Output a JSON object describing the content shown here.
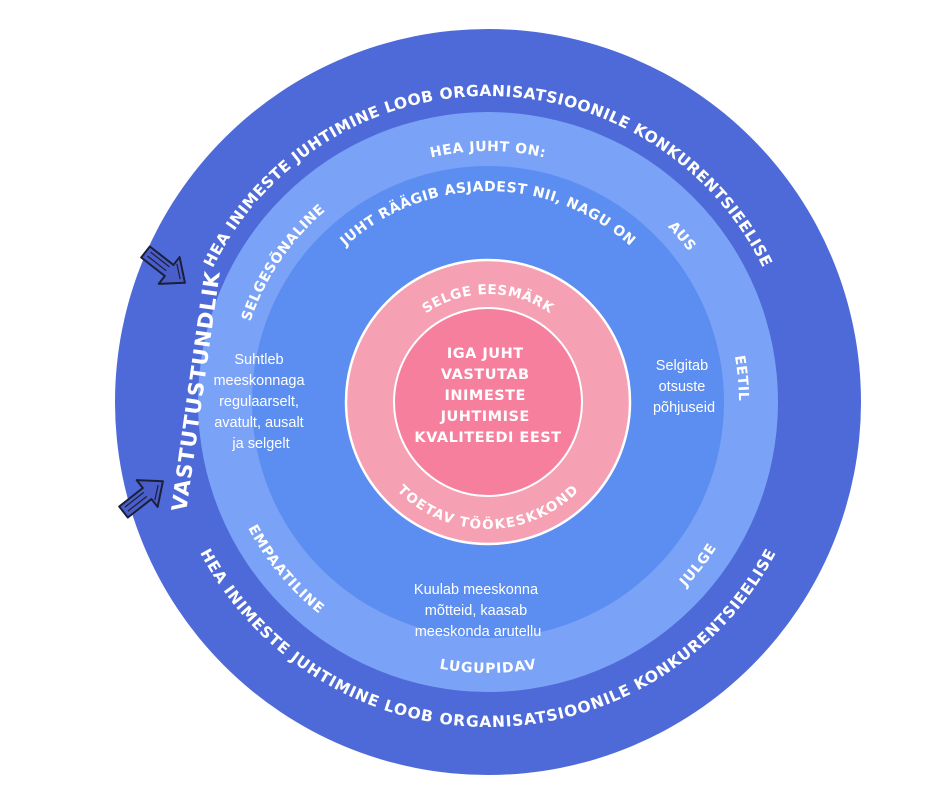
{
  "colors": {
    "outer_ring": "#4e6ad8",
    "middle_ring": "#7aa2f7",
    "inner_ring": "#5b8ef0",
    "pink_ring": "#f6a0b3",
    "core": "#f77f9e",
    "text": "#ffffff",
    "arrow_fill": "#4a5ec9",
    "arrow_stroke": "#1a1f3a"
  },
  "outer_ring": {
    "top_text": "HEA INIMESTE JUHTIMINE LOOB ORGANISATSIOONILE KONKURENTSIEELISE",
    "bottom_text": "HEA INIMESTE JUHTIMINE LOOB ORGANISATSIOONILE KONKURENTSIEELISE"
  },
  "middle_ring": {
    "heading": "HEA JUHT ON:",
    "traits": {
      "selgesonaline": "SELGESÕNALINE",
      "aus": "AUS",
      "eetiline": "EETILINE",
      "julge": "JULGE",
      "lugupidav": "LUGUPIDAV",
      "empaatiline": "EMPAATILINE"
    },
    "vastutustundlik": "VASTUTUSTUNDLIK"
  },
  "inner_ring": {
    "arc_text": "JUHT RÄÄGIB ASJADEST NII, NAGU ON",
    "left_lines": [
      "Suhtleb",
      "meeskonnaga",
      "regulaarselt,",
      "avatult, ausalt",
      "ja selgelt"
    ],
    "right_lines": [
      "Selgitab",
      "otsuste",
      "põhjuseid"
    ],
    "bottom_lines": [
      "Kuulab meeskonna",
      "mõtteid, kaasab",
      "meeskonda arutellu"
    ]
  },
  "pink_ring": {
    "top_text": "SELGE EESMÄRK",
    "bottom_text": "TOETAV TÖÖKESKKOND"
  },
  "core": {
    "lines": [
      "IGA JUHT",
      "VASTUTAB",
      "INIMESTE",
      "JUHTIMISE",
      "KVALITEEDI EEST"
    ]
  },
  "icons": [
    "arrow-icon",
    "arrow-icon"
  ]
}
